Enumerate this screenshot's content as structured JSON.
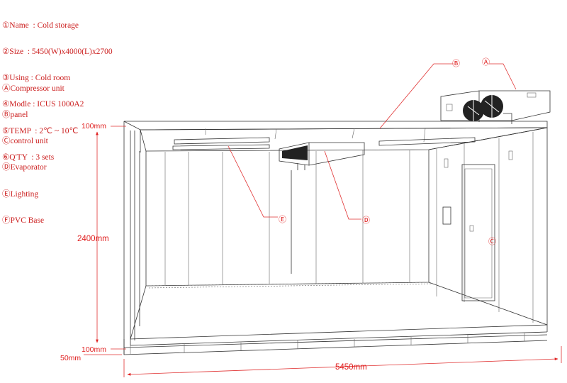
{
  "spec_lines": [
    "①Name  : Cold storage",
    "②Size  : 5450(W)x4000(L)x2700",
    "③Using : Cold room",
    "④Modle : ICUS 1000A2",
    "⑤TEMP  : 2℃ ~ 10℃",
    "⑥Q'TY  : 3 sets"
  ],
  "legend_lines": [
    "ⒶCompressor unit",
    "Ⓑpanel",
    "Ⓒcontrol unit",
    "ⒹEvaporator",
    "ⒺLighting",
    "ⒻPVC Base"
  ],
  "callouts": {
    "a": "Ⓐ",
    "b": "Ⓑ",
    "c": "Ⓒ",
    "d": "Ⓓ",
    "e": "Ⓔ"
  },
  "dimensions": {
    "top_thickness": "100mm",
    "height": "2400mm",
    "bottom_thickness": "100mm",
    "base": "50mm",
    "width": "5450mm"
  },
  "colors": {
    "annotation": "#e02020",
    "line": "#333333"
  }
}
